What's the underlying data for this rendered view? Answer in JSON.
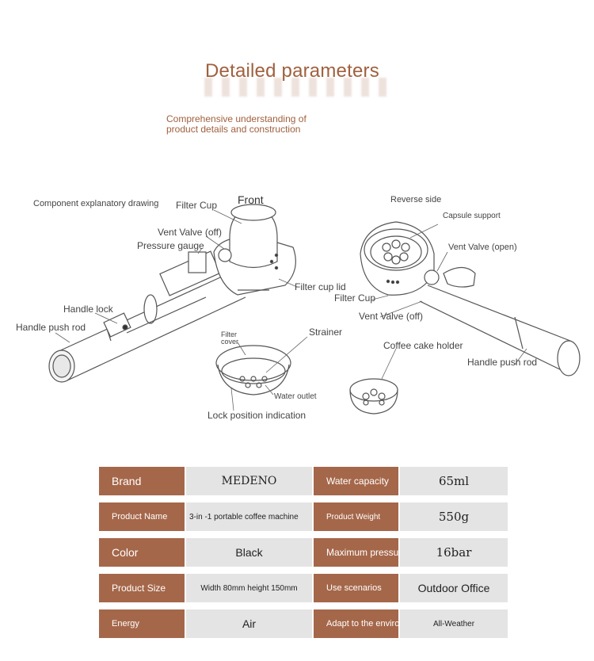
{
  "header": {
    "title": "Detailed parameters",
    "subtitle": "Comprehensive understanding of product details and construction"
  },
  "diagram": {
    "caption": "Component explanatory drawing",
    "front_label": "Front",
    "reverse_label": "Reverse side",
    "labels": {
      "filter_cup": "Filter Cup",
      "vent_valve_off": "Vent Valve (off)",
      "pressure_gauge": "Pressure gauge",
      "handle_lock": "Handle lock",
      "handle_push_rod": "Handle push rod",
      "filter_cup_lid": "Filter cup lid",
      "filter_cover": "Filter cover",
      "strainer": "Strainer",
      "water_outlet": "Water outlet",
      "lock_position": "Lock position indication",
      "capsule_support": "Capsule support",
      "vent_valve_open": "Vent Valve (open)",
      "filter_cup_2": "Filter Cup",
      "vent_valve_off_2": "Vent Valve (off)",
      "coffee_cake_holder": "Coffee cake holder",
      "handle_push_rod_2": "Handle push rod"
    }
  },
  "specs": [
    {
      "k1": "Brand",
      "v1": "MEDENO",
      "k2": "Water capacity",
      "v2": "65ml"
    },
    {
      "k1": "Product Name",
      "v1": "3-in -1 portable coffee machine",
      "k2": "Product Weight",
      "v2": "550g"
    },
    {
      "k1": "Color",
      "v1": "Black",
      "k2": "Maximum pressu",
      "v2": "16bar"
    },
    {
      "k1": "Product Size",
      "v1": "Width 80mm height 150mm",
      "k2": "Use scenarios",
      "v2": "Outdoor Office"
    },
    {
      "k1": "Energy",
      "v1": "Air",
      "k2": "Adapt to the enviro",
      "v2": "All-Weather"
    }
  ]
}
